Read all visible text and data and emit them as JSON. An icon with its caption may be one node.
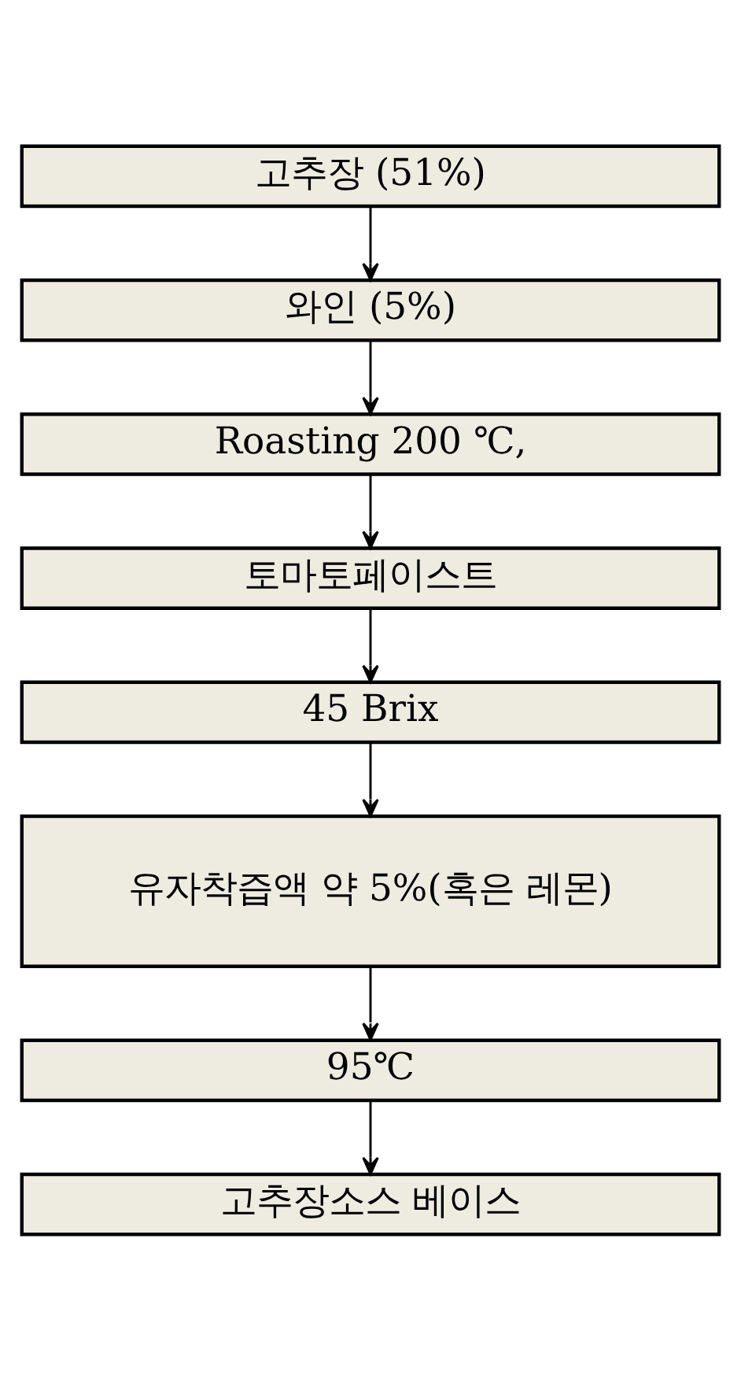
{
  "diagram": {
    "nodes": [
      {
        "text": [
          "고추장 (51%)"
        ]
      },
      {
        "text": [
          "와인 (5%)"
        ]
      },
      {
        "text": [
          "Roasting 200 ℃,"
        ]
      },
      {
        "text": [
          "토마토페이스트"
        ]
      },
      {
        "text": [
          "45 Brix"
        ]
      },
      {
        "text": [
          "유자착즙액 약 5%(혹은 레몬)"
        ]
      },
      {
        "text": [
          "95℃"
        ]
      },
      {
        "text": [
          "고추장소스 베이스"
        ]
      }
    ],
    "edges": [
      {
        "from": 0,
        "to": 1,
        "arrow": "to"
      },
      {
        "from": 1,
        "to": 2,
        "arrow": "to"
      },
      {
        "from": 2,
        "to": 3,
        "arrow": "to"
      },
      {
        "from": 3,
        "to": 4,
        "arrow": "to"
      },
      {
        "from": 4,
        "to": 5,
        "arrow": "to"
      },
      {
        "from": 5,
        "to": 6,
        "arrow": "to"
      },
      {
        "from": 6,
        "to": 7,
        "arrow": "to"
      }
    ]
  }
}
